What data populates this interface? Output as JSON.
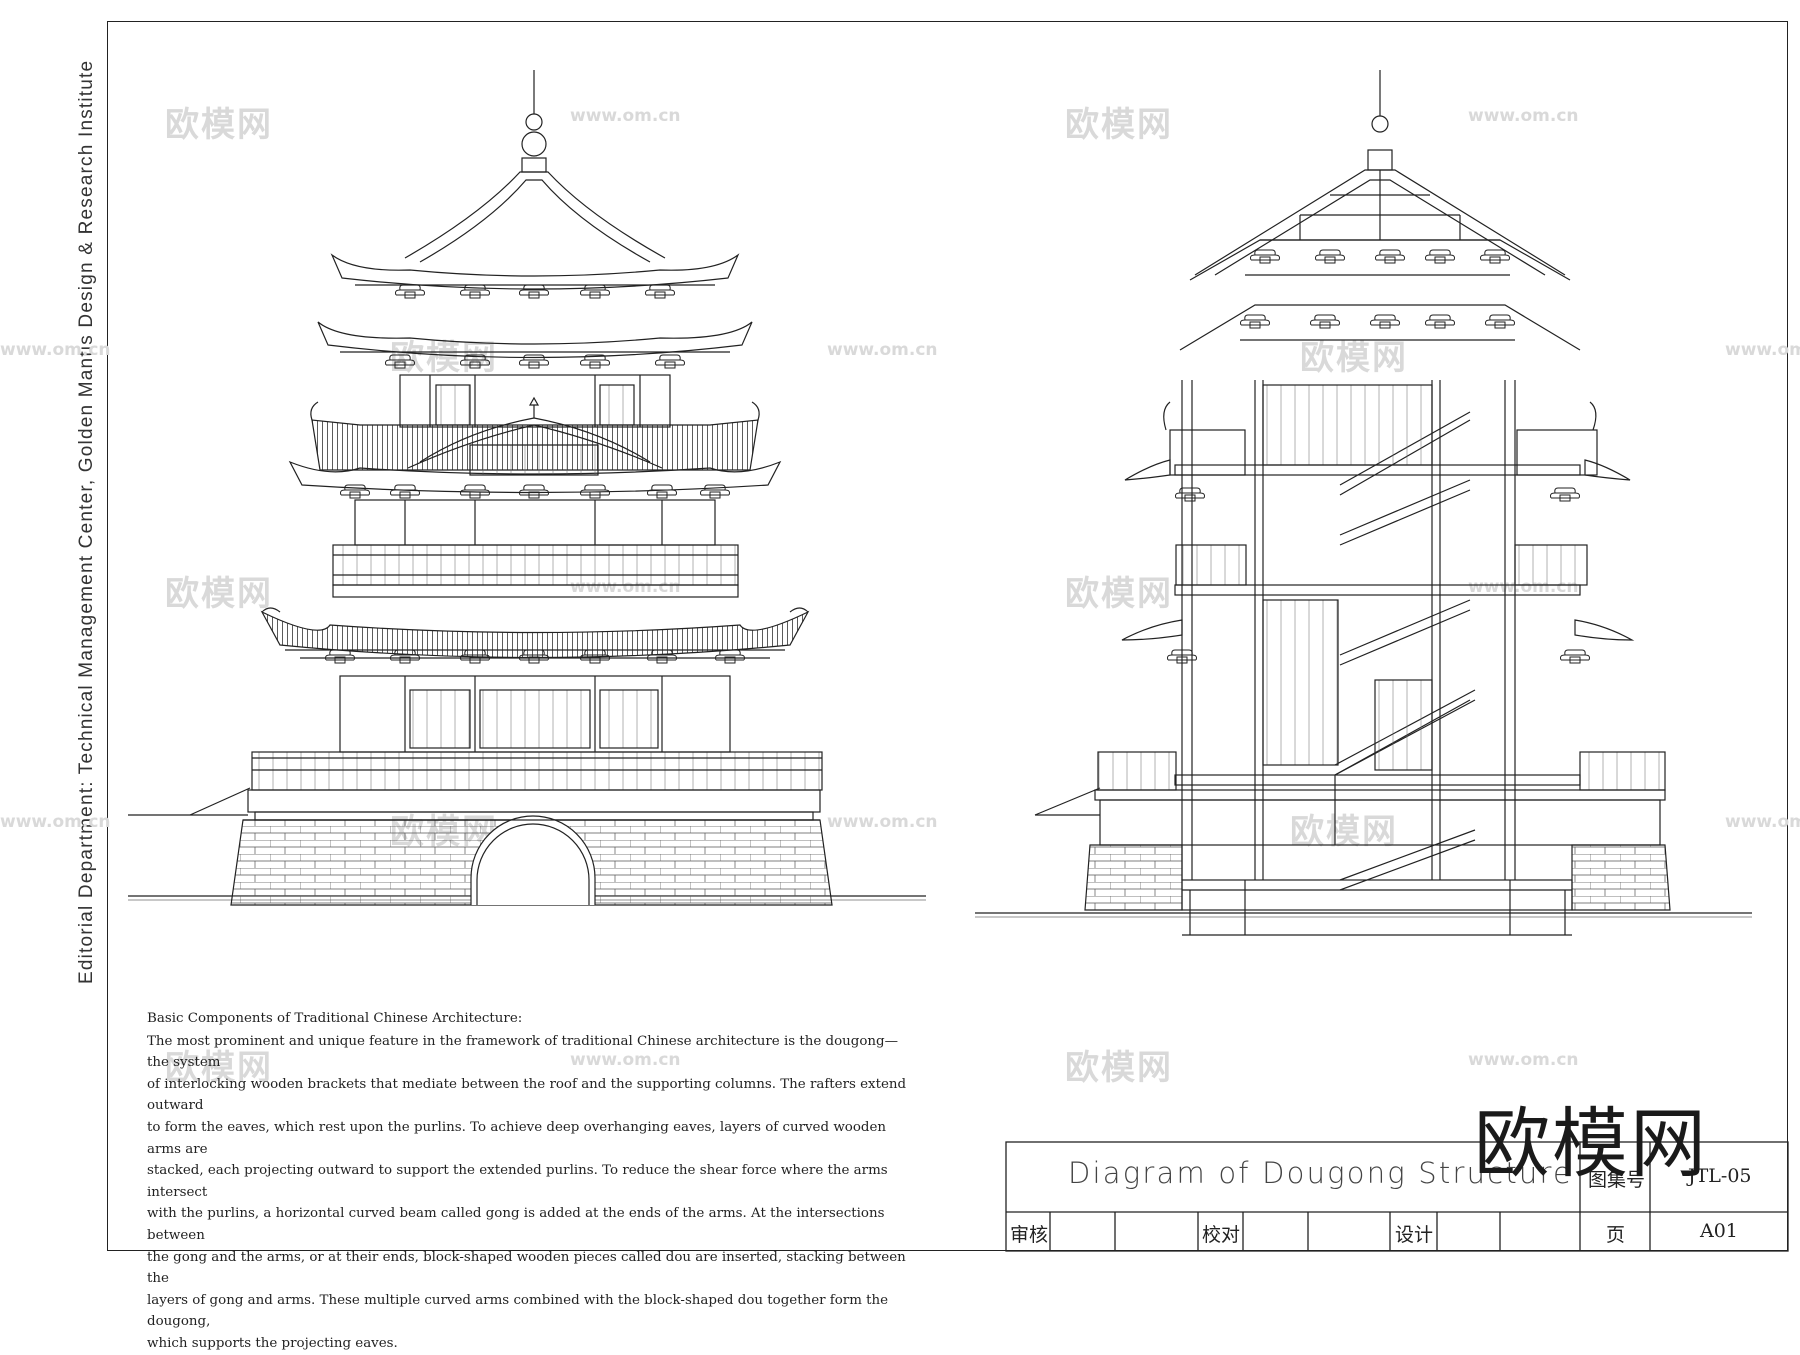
{
  "sidebar_credit": "Editorial Department: Technical Management Center, Golden Mantis Design & Research Institute",
  "watermarks": {
    "logo_text": "欧模网",
    "url_text": "www.om.cn",
    "big_logo_text": "欧模网"
  },
  "description": {
    "heading": "Basic Components of Traditional Chinese Architecture:",
    "lines": [
      "The most prominent and unique feature in the framework of traditional Chinese architecture is the dougong—the system",
      "of interlocking wooden brackets that mediate between the roof and the supporting columns. The rafters extend outward",
      "to form the eaves, which rest upon the purlins. To achieve deep overhanging eaves, layers of curved wooden arms are",
      "stacked, each projecting outward to support the extended purlins. To reduce the shear force where the arms intersect",
      "with the purlins, a horizontal curved beam called gong is added at the ends of the arms. At the intersections between",
      "the gong and the arms, or at their ends, block-shaped wooden pieces called dou are inserted, stacking between the",
      "layers of gong and arms. These multiple curved arms combined with the block-shaped dou together form the dougong,",
      "which supports the projecting eaves."
    ]
  },
  "title_block": {
    "title": "Diagram of Dougong Structure",
    "atlas_label": "图集号",
    "atlas_no": "JTL-05",
    "review_label": "审核",
    "check_label": "校对",
    "design_label": "设计",
    "page_label": "页",
    "page_no": "A01"
  },
  "colors": {
    "line": "#222222",
    "watermark": "#d9d9d9"
  }
}
